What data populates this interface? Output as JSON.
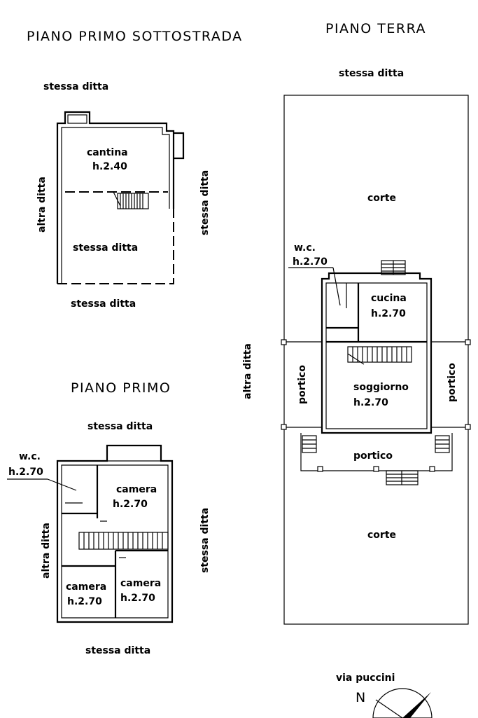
{
  "titles": {
    "basement": "PIANO PRIMO SOTTOSTRADA",
    "ground": "PIANO TERRA",
    "first": "PIANO PRIMO"
  },
  "basement": {
    "north": "stessa ditta",
    "south": "stessa ditta",
    "west": "altra ditta",
    "east": "stessa ditta",
    "inner": "stessa ditta",
    "room": {
      "name": "cantina",
      "height": "h.2.40"
    }
  },
  "first_floor": {
    "north": "stessa ditta",
    "south": "stessa ditta",
    "west": "altra ditta",
    "east": "stessa ditta",
    "wc": {
      "name": "w.c.",
      "height": "h.2.70"
    },
    "camera_ne": {
      "name": "camera",
      "height": "h.2.70"
    },
    "camera_sw": {
      "name": "camera",
      "height": "h.2.70"
    },
    "camera_se": {
      "name": "camera",
      "height": "h.2.70"
    }
  },
  "ground_floor": {
    "north": "stessa ditta",
    "west": "altra ditta",
    "street": "via puccini",
    "corte_n": "corte",
    "corte_s": "corte",
    "wc": {
      "name": "w.c.",
      "height": "h.2.70"
    },
    "cucina": {
      "name": "cucina",
      "height": "h.2.70"
    },
    "soggiorno": {
      "name": "soggiorno",
      "height": "h.2.70"
    },
    "portico_w": "portico",
    "portico_e": "portico",
    "portico_s": "portico"
  },
  "compass": {
    "north": "N"
  }
}
